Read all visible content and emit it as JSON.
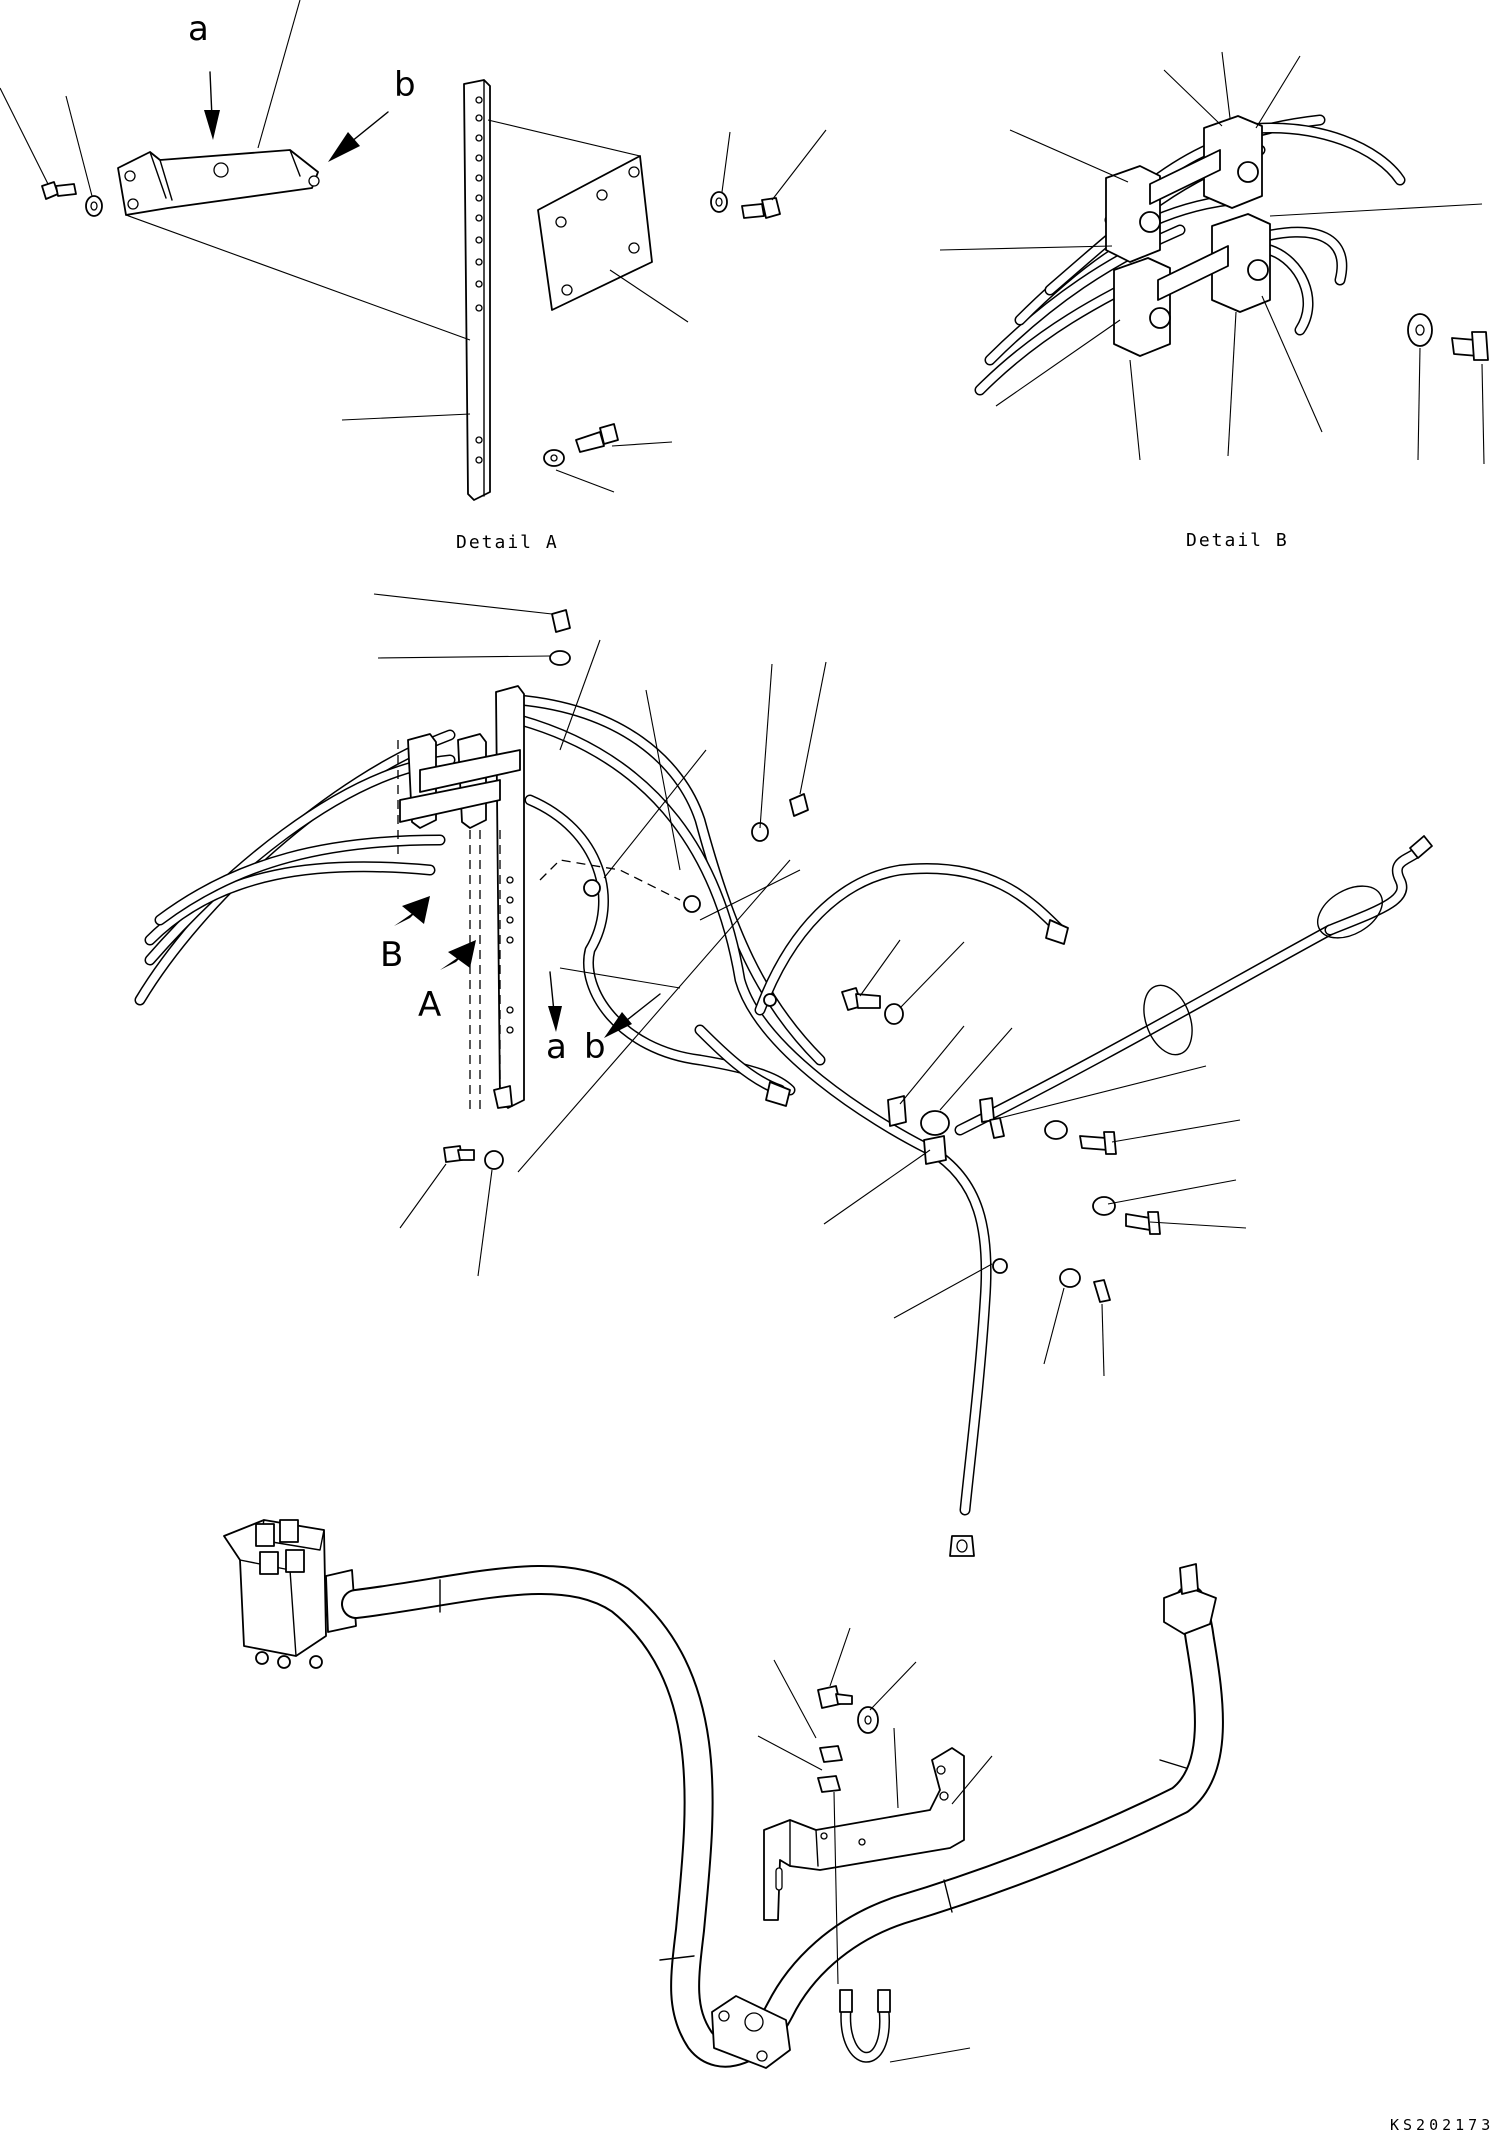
{
  "labels": {
    "a": "a",
    "b": "b",
    "A": "A",
    "B": "B"
  },
  "captions": {
    "detail_a": "Detail A",
    "detail_b": "Detail B"
  },
  "drawing_code": "KS202173"
}
